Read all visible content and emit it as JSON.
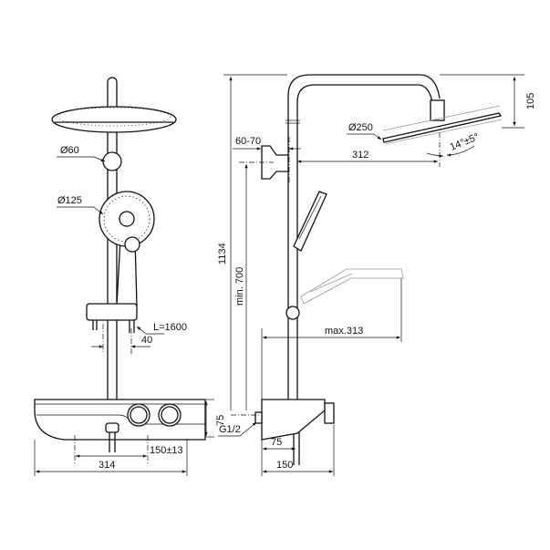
{
  "front_view": {
    "labels": {
      "connector_diameter": "Ø60",
      "handshower_diameter": "Ø125",
      "hose_length": "L=1600",
      "slider_offset": "40",
      "thermostat_height": "75",
      "connection_spacing": "150±13",
      "thermostat_width": "314"
    }
  },
  "side_view": {
    "labels": {
      "total_height": "1134",
      "min_bracket_height": "min. 700",
      "bracket_distance": "60-70",
      "headshower_diameter": "Ø250",
      "arm_projection": "312",
      "head_height": "105",
      "tilt_angle": "14°±5°",
      "max_projection": "max.313",
      "thread": "G1/2",
      "outlet_offset": "75",
      "thermostat_depth": "150"
    }
  }
}
